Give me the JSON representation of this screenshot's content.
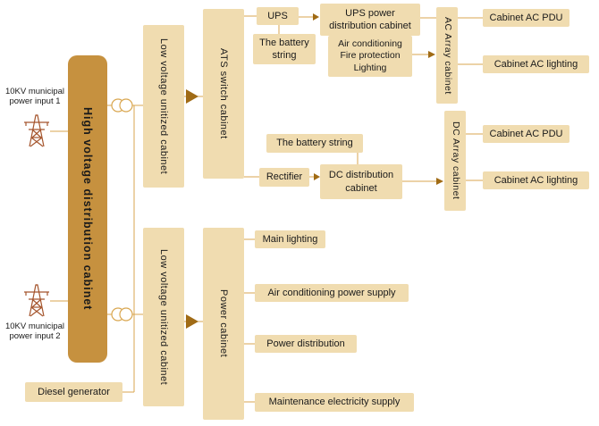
{
  "diagram": {
    "inputs": {
      "input1": "10KV municipal power input 1",
      "input2": "10KV municipal power input 2"
    },
    "nodes": {
      "high_voltage": "High voltage distribution cabinet",
      "low_voltage_top": "Low voltage unitized cabinet",
      "low_voltage_bottom": "Low voltage unitized cabinet",
      "ats": "ATS switch cabinet",
      "power_cabinet": "Power cabinet",
      "ups": "UPS",
      "battery_top": "The battery string",
      "ups_pdc": "UPS power distribution cabinet",
      "aircon_fire_lighting": "Air conditioning Fire protection Lighting",
      "ac_array": "AC Array cabinet",
      "ac_pdu_ac": "Cabinet AC PDU",
      "ac_lighting_ac": "Cabinet AC lighting",
      "dc_array": "DC Array cabinet",
      "ac_pdu_dc": "Cabinet AC PDU",
      "ac_lighting_dc": "Cabinet AC lighting",
      "battery_mid": "The battery string",
      "rectifier": "Rectifier",
      "dc_dist": "DC distribution cabinet",
      "main_lighting": "Main lighting",
      "aircon_power": "Air conditioning power supply",
      "power_distribution": "Power distribution",
      "maintenance": "Maintenance electricity supply",
      "diesel": "Diesel generator"
    },
    "icons": {
      "tower": "transmission-tower-icon",
      "transformer": "transformer-icon",
      "flow_arrow": "flow-arrow-icon"
    },
    "colors": {
      "hv_fill": "#c6913f",
      "node_fill": "#f0dcb0",
      "line_color": "#d9a64f",
      "arrow_color": "#a06b15",
      "tower_color": "#a5552d",
      "text_color": "#1a1a1a"
    }
  }
}
